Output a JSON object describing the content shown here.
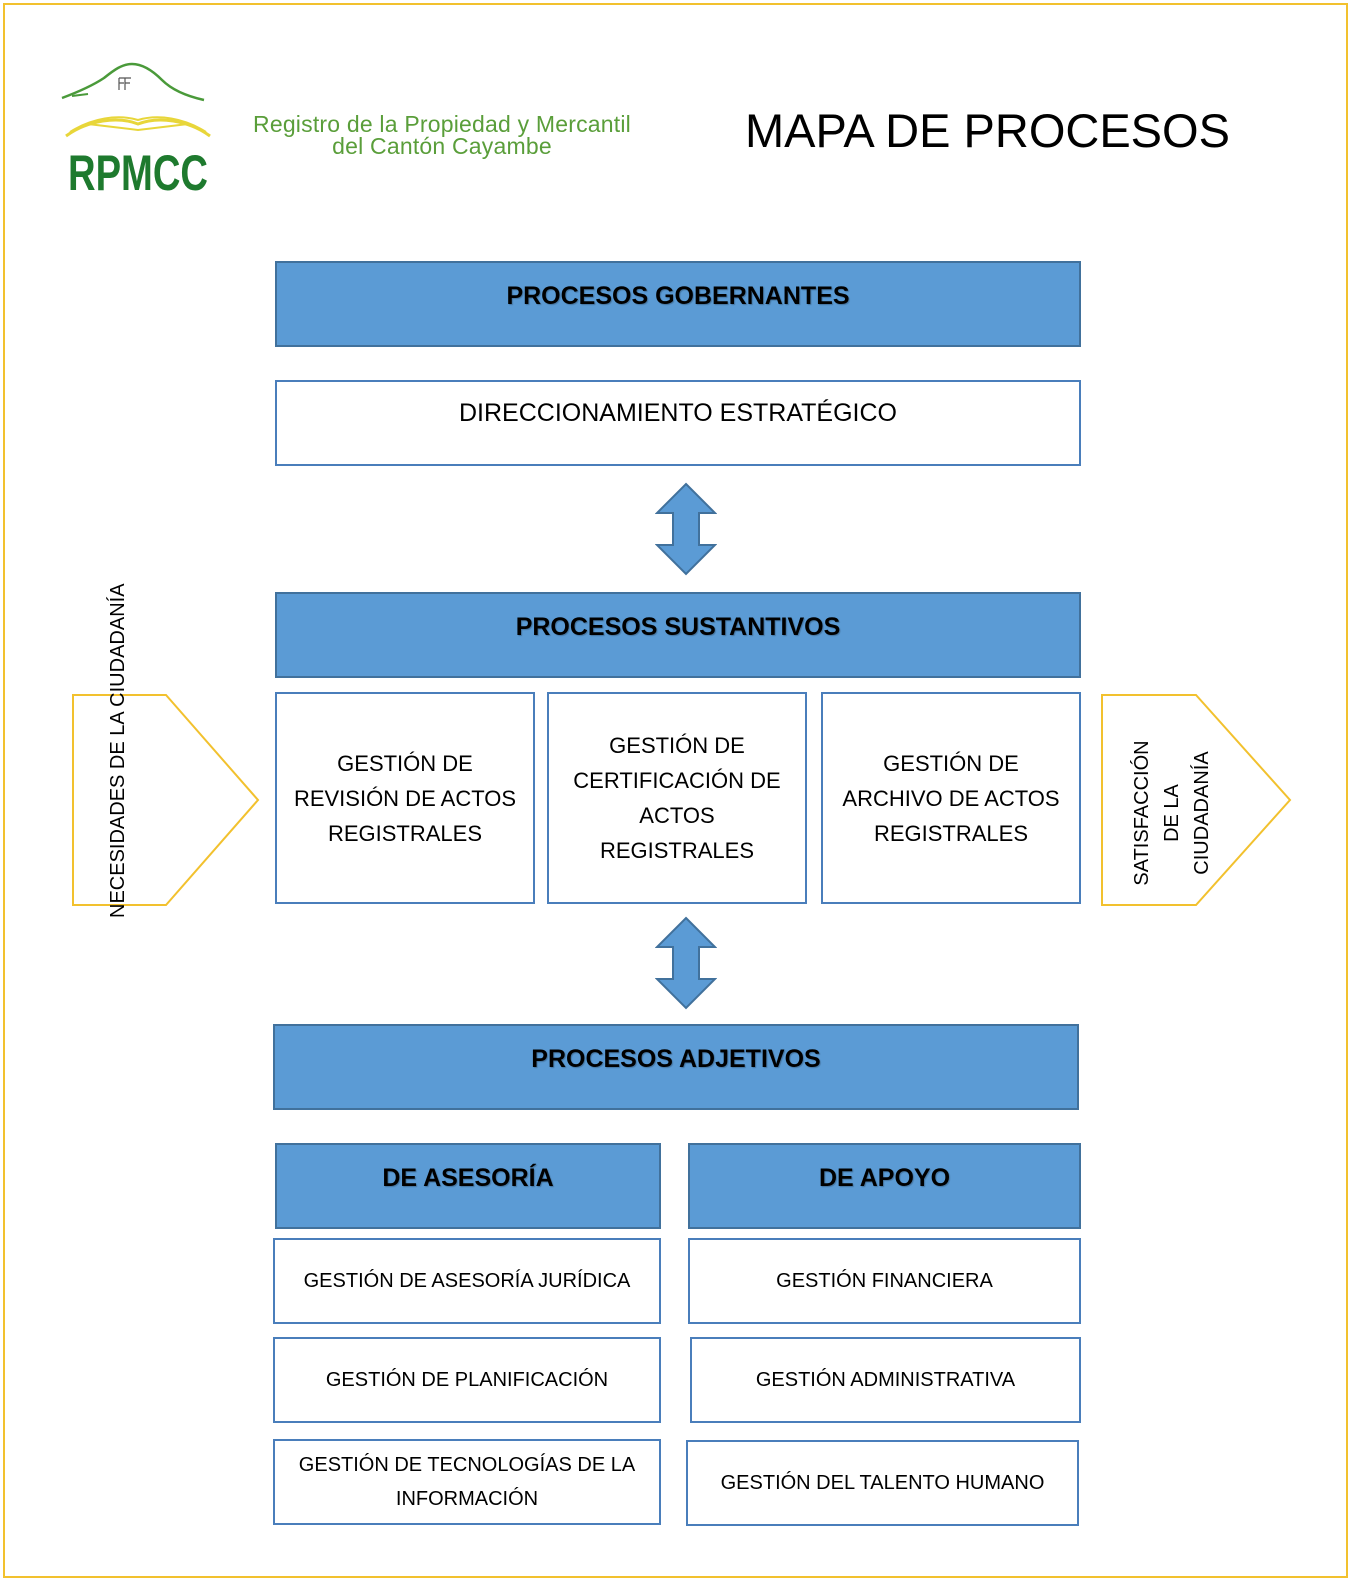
{
  "header": {
    "logo_abbr": "RPMCC",
    "logo_line1": "Registro de la Propiedad y Mercantil",
    "logo_line2": "del Cantón Cayambe",
    "title": "MAPA DE PROCESOS"
  },
  "gobernantes": {
    "title": "PROCESOS GOBERNANTES",
    "item": "DIRECCIONAMIENTO ESTRATÉGICO"
  },
  "sustantivos": {
    "title": "PROCESOS SUSTANTIVOS",
    "items": [
      "GESTIÓN DE REVISIÓN DE ACTOS REGISTRALES",
      "GESTIÓN DE CERTIFICACIÓN DE ACTOS REGISTRALES",
      "GESTIÓN DE ARCHIVO DE ACTOS REGISTRALES"
    ]
  },
  "inputs": {
    "left": "NECESIDADES DE LA CIUDADANÍA",
    "right": "SATISFACCIÓN DE LA CIUDADANÍA"
  },
  "adjetivos": {
    "title": "PROCESOS ADJETIVOS",
    "asesoria": {
      "title": "DE ASESORÍA",
      "items": [
        "GESTIÓN DE ASESORÍA JURÍDICA",
        "GESTIÓN DE PLANIFICACIÓN",
        "GESTIÓN DE TECNOLOGÍAS DE LA INFORMACIÓN"
      ]
    },
    "apoyo": {
      "title": "DE APOYO",
      "items": [
        "GESTIÓN FINANCIERA",
        "GESTIÓN ADMINISTRATIVA",
        "GESTIÓN DEL TALENTO HUMANO"
      ]
    }
  },
  "colors": {
    "header_fill": "#5b9bd5",
    "header_border": "#41719c",
    "frame": "#f2c12e",
    "logo_green": "#1e7a2e",
    "logo_yellow": "#e8d63a"
  }
}
